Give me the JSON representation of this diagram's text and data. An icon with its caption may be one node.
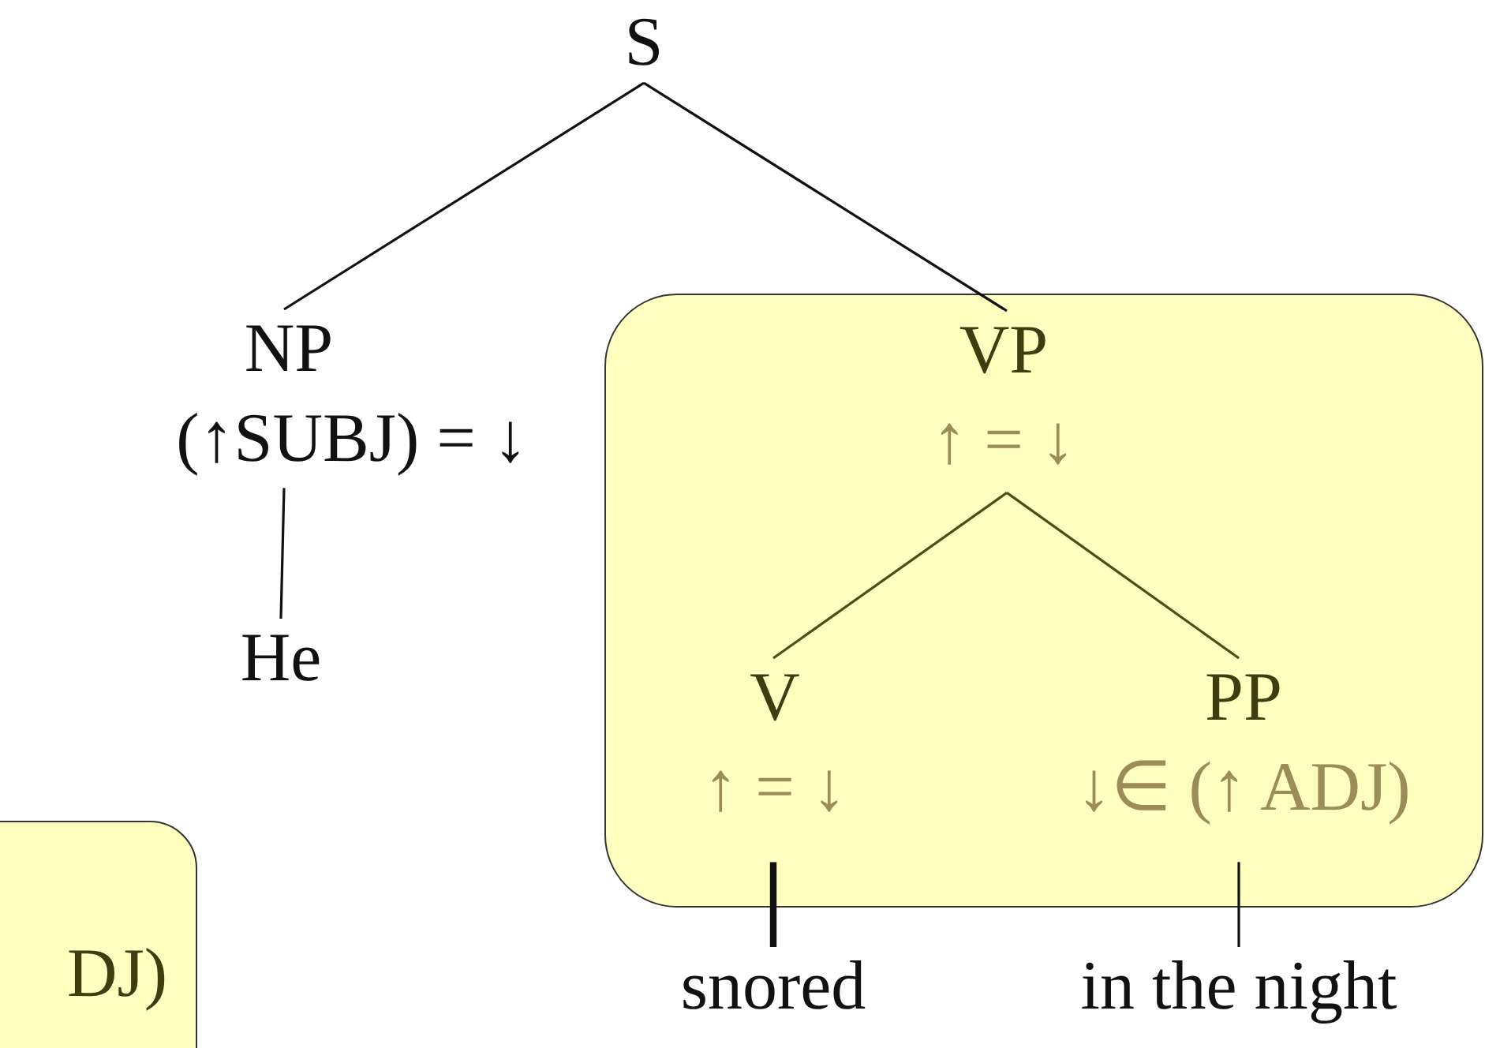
{
  "diagram": {
    "nodes": [
      {
        "text": [
          "S"
        ]
      },
      {
        "text": [
          "NP",
          "(↑SUBJ) = ↓"
        ]
      },
      {
        "text": [
          "He"
        ]
      },
      {
        "text": [],
        "shape": "box"
      },
      {
        "text": [
          "VP",
          "↑ = ↓"
        ],
        "in": 3
      },
      {
        "text": [
          "V",
          "↑ = ↓"
        ],
        "in": 3
      },
      {
        "text": [
          "PP",
          "↓∈ (↑ ADJ)"
        ],
        "in": 3
      },
      {
        "text": [
          "snored"
        ]
      },
      {
        "text": [
          "in the night"
        ]
      },
      {
        "text": [
          "DJ)"
        ]
      }
    ],
    "edges": [
      {
        "from": 0,
        "to": 1,
        "arrow": "none"
      },
      {
        "from": 0,
        "to": 4,
        "arrow": "none"
      },
      {
        "from": 1,
        "to": 2,
        "arrow": "none"
      },
      {
        "from": 4,
        "to": 5,
        "arrow": "none",
        "color": "#4d4d14"
      },
      {
        "from": 4,
        "to": 6,
        "arrow": "none",
        "color": "#4d4d14"
      },
      {
        "from": 5,
        "to": 7,
        "arrow": "none",
        "style": "thick"
      },
      {
        "from": 6,
        "to": 8,
        "arrow": "none"
      }
    ]
  }
}
